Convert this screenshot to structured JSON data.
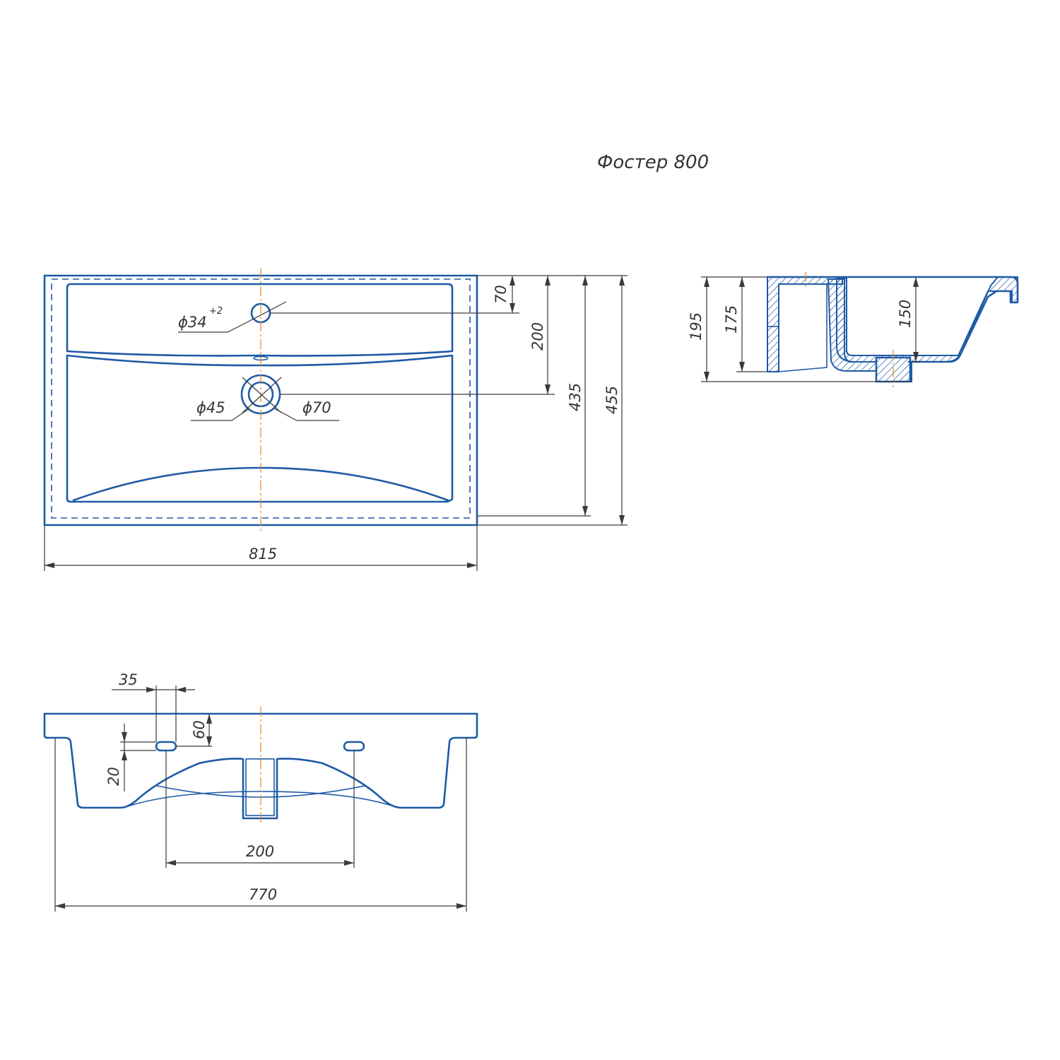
{
  "title": "Фостер 800",
  "top_view": {
    "width": "815",
    "depth_total": "455",
    "depth_bowl": "435",
    "hole_offset_front": "200",
    "hole_offset_top": "70",
    "tap_hole_diameter": "ϕ34",
    "tap_hole_tolerance": "+2",
    "drain_inner_diameter": "ϕ45",
    "drain_outer_diameter": "ϕ70"
  },
  "side_view": {
    "height_total": "195",
    "height_body": "175",
    "bowl_depth": "150"
  },
  "front_view": {
    "width": "770",
    "bracket_spacing": "200",
    "slot_width": "35",
    "slot_height_from_top": "60",
    "slot_height": "20"
  },
  "colors": {
    "outline": "#1f5aa6",
    "dimension": "#3a3a3a",
    "axis": "#e08a2a"
  }
}
